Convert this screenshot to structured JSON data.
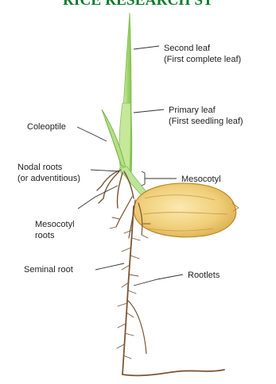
{
  "banner": {
    "title": "RICE RESEARCH ST"
  },
  "labels": {
    "second_leaf": "Second leaf",
    "second_leaf_sub": "(First complete leaf)",
    "primary_leaf": "Primary leaf",
    "primary_leaf_sub": "(First seedling leaf)",
    "coleoptile": "Coleoptile",
    "nodal_roots": "Nodal roots",
    "nodal_roots_sub": "(or adventitious)",
    "mesocotyl": "Mesocotyl",
    "mesocotyl_roots": "Mesocotyl",
    "mesocotyl_roots_sub": "roots",
    "seminal_root": "Seminal root",
    "rootlets": "Rootlets"
  },
  "colors": {
    "banner_text": "#0a7a2a",
    "leaf_light": "#b9e08a",
    "leaf_dark": "#6fae3a",
    "stem": "#9fd07a",
    "grain_fill": "#f0cf7a",
    "grain_edge": "#b98a2e",
    "root": "#7a5634",
    "leader_line": "#333333"
  }
}
